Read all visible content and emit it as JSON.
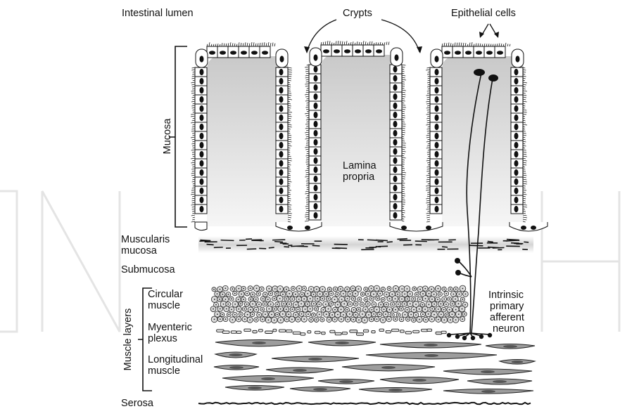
{
  "labels": {
    "lumen": "Intestinal lumen",
    "crypts": "Crypts",
    "epithelial": "Epithelial cells",
    "mucosa": "Mucosa",
    "lamina_line1": "Lamina",
    "lamina_line2": "propria",
    "muscularis_line1": "Muscularis",
    "muscularis_line2": "mucosa",
    "submucosa": "Submucosa",
    "muscle_layers": "Muscle layers",
    "circular_line1": "Circular",
    "circular_line2": "muscle",
    "myenteric_line1": "Myenteric",
    "myenteric_line2": "plexus",
    "longitudinal_line1": "Longitudinal",
    "longitudinal_line2": "muscle",
    "serosa": "Serosa",
    "ipan_line1": "Intrinsic",
    "ipan_line2": "primary",
    "ipan_line3": "afferent",
    "ipan_line4": "neuron"
  },
  "colors": {
    "ink": "#111111",
    "cell_fill": "#ffffff",
    "nucleus": "#111111",
    "lamina_gradient_top": "#cfcfcf",
    "lamina_gradient_bottom": "#f4f4f4",
    "muscle_fill": "#9a9a9a",
    "circular_fill": "#d8d8d8",
    "watermark": "#e6e6e6"
  }
}
